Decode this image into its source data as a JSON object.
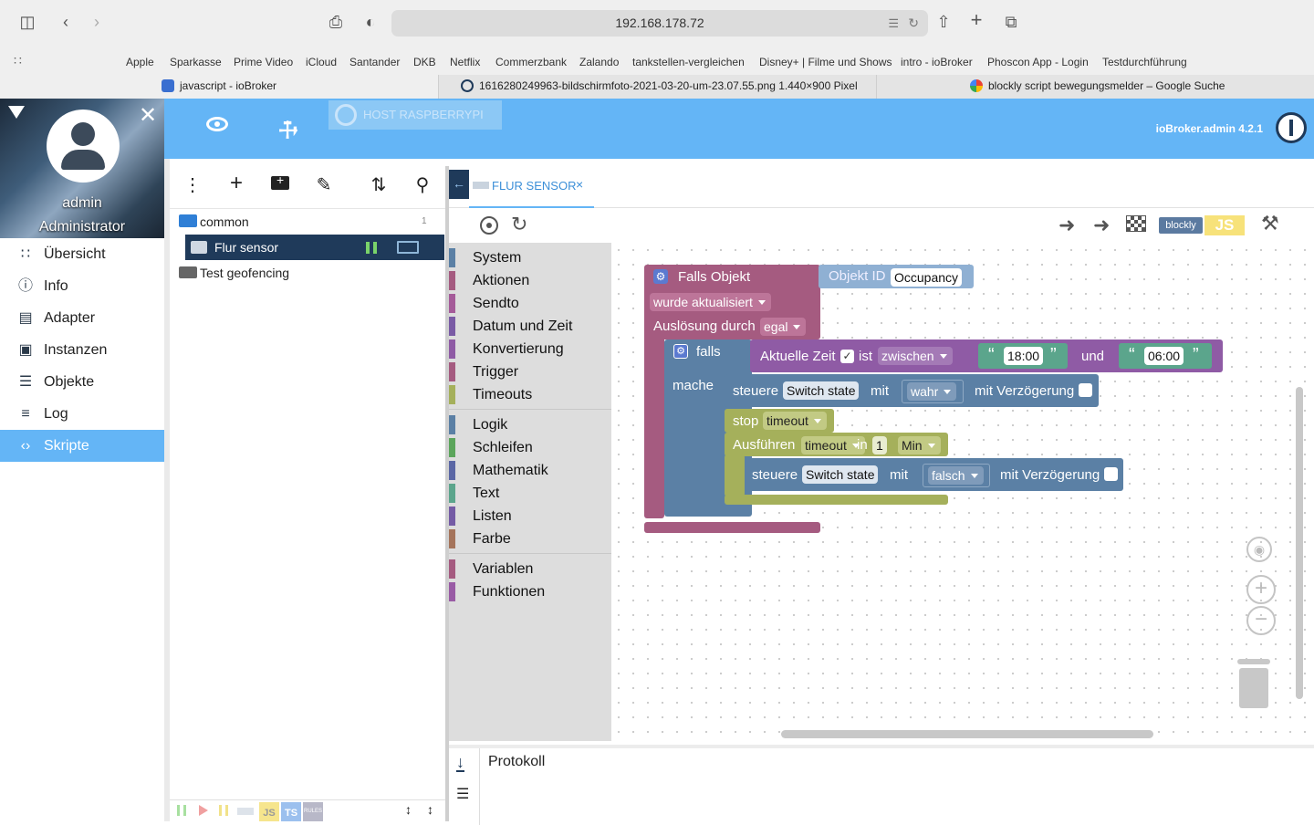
{
  "browser": {
    "url": "192.168.178.72",
    "favorites": [
      "Apple",
      "Sparkasse",
      "Prime Video",
      "iCloud",
      "Santander",
      "DKB",
      "Netflix",
      "Commerzbank",
      "Zalando",
      "tankstellen-vergleichen",
      "Disney+ | Filme und Shows",
      "intro - ioBroker",
      "Phoscon App - Login",
      "Testdurchführung"
    ],
    "tabs": [
      {
        "title": "javascript - ioBroker",
        "active": true
      },
      {
        "title": "1616280249963-bildschirmfoto-2021-03-20-um-23.07.55.png 1.440×900 Pixel",
        "active": false
      },
      {
        "title": "blockly script bewegungsmelder – Google Suche",
        "active": false
      }
    ]
  },
  "app": {
    "host_badge": "HOST RASPBERRYPI",
    "version": "ioBroker.admin 4.2.1",
    "user_name": "admin",
    "user_role": "Administrator"
  },
  "nav": [
    {
      "label": "Übersicht",
      "icon": "grid-icon",
      "active": false
    },
    {
      "label": "Info",
      "icon": "info-icon",
      "active": false
    },
    {
      "label": "Adapter",
      "icon": "store-icon",
      "active": false
    },
    {
      "label": "Instanzen",
      "icon": "list-box-icon",
      "active": false
    },
    {
      "label": "Objekte",
      "icon": "list-icon",
      "active": false
    },
    {
      "label": "Log",
      "icon": "lines-icon",
      "active": false
    },
    {
      "label": "Skripte",
      "icon": "code-icon",
      "active": true
    }
  ],
  "tree": {
    "items": [
      {
        "label": "common",
        "badge": "1"
      },
      {
        "label": "Flur sensor",
        "selected": true
      },
      {
        "label": "Test geofencing"
      }
    ],
    "bottom": [
      "JS",
      "TS",
      "RULES"
    ]
  },
  "editor": {
    "tab_label": "FLUR SENSOR",
    "mode_blockly": "blockly",
    "mode_js": "JS",
    "log_label": "Protokoll"
  },
  "toolbox": {
    "groups": [
      [
        {
          "label": "System",
          "color": "#5b80a5"
        },
        {
          "label": "Aktionen",
          "color": "#a55b80"
        },
        {
          "label": "Sendto",
          "color": "#a55b99"
        },
        {
          "label": "Datum und Zeit",
          "color": "#7a5ba5"
        },
        {
          "label": "Konvertierung",
          "color": "#8f5ba5"
        },
        {
          "label": "Trigger",
          "color": "#a55b80"
        },
        {
          "label": "Timeouts",
          "color": "#a5b05b"
        }
      ],
      [
        {
          "label": "Logik",
          "color": "#5b80a5"
        },
        {
          "label": "Schleifen",
          "color": "#5ba55b"
        },
        {
          "label": "Mathematik",
          "color": "#5b67a5"
        },
        {
          "label": "Text",
          "color": "#5ba58c"
        },
        {
          "label": "Listen",
          "color": "#745ba5"
        },
        {
          "label": "Farbe",
          "color": "#a5745b"
        }
      ],
      [
        {
          "label": "Variablen",
          "color": "#a55b80"
        },
        {
          "label": "Funktionen",
          "color": "#995ba5"
        }
      ]
    ]
  },
  "blocks": {
    "trigger_label": "Falls Objekt",
    "object_id_label": "Objekt ID",
    "object_id": "Occupancy",
    "updated": "wurde aktualisiert",
    "trigger_by_label": "Auslösung durch",
    "trigger_by": "egal",
    "if_label": "falls",
    "do_label": "mache",
    "time_label": "Aktuelle Zeit",
    "is_label": "ist",
    "compare": "zwischen",
    "time_from": "18:00",
    "and_label": "und",
    "time_to": "06:00",
    "control_label": "steuere",
    "state_name": "Switch state",
    "with_label": "mit",
    "value_true": "wahr",
    "value_false": "falsch",
    "delay_label": "mit Verzögerung",
    "stop_label": "stop",
    "timeout_name": "timeout",
    "run_label": "Ausführen",
    "in_label": "in",
    "delay_value": "1",
    "unit": "Min",
    "open_quote": "“",
    "close_quote": "”"
  },
  "colors": {
    "appbar": "#64b5f6",
    "selected": "#1f3a5a",
    "trigger_block": "#a55b80",
    "logic_block": "#5b80a5",
    "datetime_block": "#8f5ba5",
    "timeout_block": "#a5b05b",
    "text_block": "#5ba58c"
  }
}
